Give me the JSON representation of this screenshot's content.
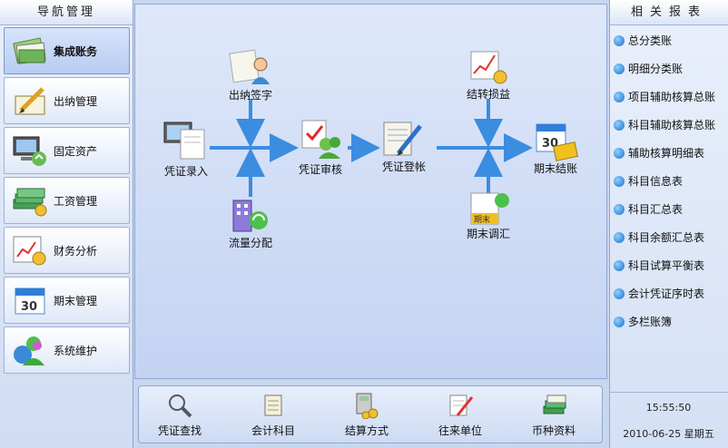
{
  "nav": {
    "header": "导航管理",
    "items": [
      {
        "label": "集成账务",
        "icon": "ledger-books-icon"
      },
      {
        "label": "出纳管理",
        "icon": "cashier-pen-icon"
      },
      {
        "label": "固定资产",
        "icon": "computer-assets-icon"
      },
      {
        "label": "工资管理",
        "icon": "money-stack-icon"
      },
      {
        "label": "财务分析",
        "icon": "analysis-chart-icon"
      },
      {
        "label": "期末管理",
        "icon": "calendar-30-icon"
      },
      {
        "label": "系统维护",
        "icon": "system-user-icon"
      }
    ]
  },
  "flow": {
    "voucher_entry": "凭证录入",
    "cashier_sign": "出纳签字",
    "cash_flow": "流量分配",
    "voucher_audit": "凭证审核",
    "voucher_post": "凭证登帐",
    "transfer_pl": "结转损益",
    "period_adjust": "期末调汇",
    "period_close": "期末结账",
    "calendar_day": "30",
    "period_tag": "期末"
  },
  "bottom": {
    "items": [
      {
        "label": "凭证查找",
        "icon": "magnifier-icon"
      },
      {
        "label": "会计科目",
        "icon": "scroll-icon"
      },
      {
        "label": "结算方式",
        "icon": "calculator-coins-icon"
      },
      {
        "label": "往来单位",
        "icon": "document-pen-icon"
      },
      {
        "label": "币种资料",
        "icon": "currency-stack-icon"
      }
    ]
  },
  "reports": {
    "header": "相关报表",
    "items": [
      "总分类账",
      "明细分类账",
      "项目辅助核算总账",
      "科目辅助核算总账",
      "辅助核算明细表",
      "科目信息表",
      "科目汇总表",
      "科目余额汇总表",
      "科目试算平衡表",
      "会计凭证序时表",
      "多栏账簿"
    ]
  },
  "status": {
    "time": "15:55:50",
    "date": "2010-06-25 星期五"
  }
}
